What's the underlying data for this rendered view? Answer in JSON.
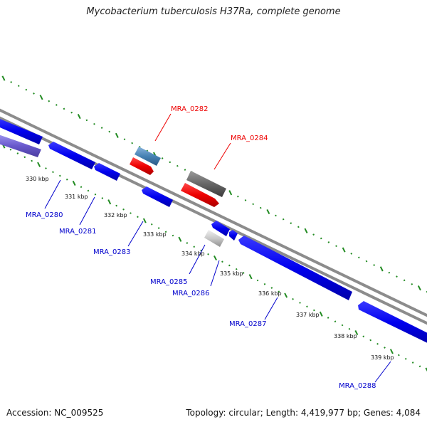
{
  "title": "Mycobacterium tuberculosis H37Ra, complete genome",
  "footer": {
    "accession": "Accession: NC_009525",
    "topology": "Topology: circular; Length: 4,419,977 bp; Genes: 4,084"
  },
  "colors": {
    "forward_gene": "#0000ee",
    "reverse_gene": "#0000ee",
    "forward_label": "#ee0000",
    "reverse_label": "#0000cc",
    "rna_gene": "#4682b4",
    "pseudogene": "#6a5acd",
    "backbone": "#8c8c8c",
    "ticks": "#228b22"
  },
  "scale": {
    "ticks": [
      {
        "label": "330 kbp"
      },
      {
        "label": "331 kbp"
      },
      {
        "label": "332 kbp"
      },
      {
        "label": "333 kbp"
      },
      {
        "label": "334 kbp"
      },
      {
        "label": "335 kbp"
      },
      {
        "label": "336 kbp"
      },
      {
        "label": "337 kbp"
      },
      {
        "label": "338 kbp"
      },
      {
        "label": "339 kbp"
      }
    ]
  },
  "genes": {
    "forward": [
      {
        "name": "MRA_0282"
      },
      {
        "name": "MRA_0284"
      }
    ],
    "reverse": [
      {
        "name": "MRA_0280"
      },
      {
        "name": "MRA_0281"
      },
      {
        "name": "MRA_0283"
      },
      {
        "name": "MRA_0285"
      },
      {
        "name": "MRA_0286"
      },
      {
        "name": "MRA_0287"
      },
      {
        "name": "MRA_0288"
      }
    ]
  }
}
